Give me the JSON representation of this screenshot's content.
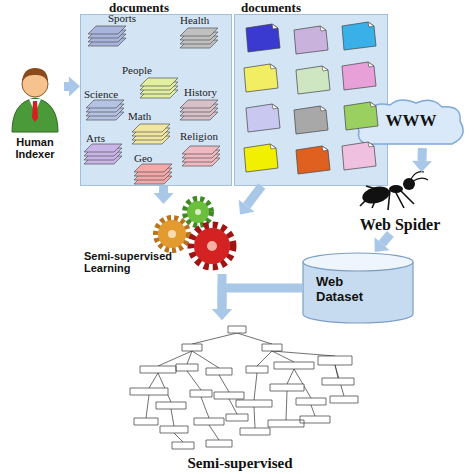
{
  "diagram": {
    "nodes": [
      {
        "text": [
          "Human Indexer"
        ]
      },
      {
        "text": [
          "documents"
        ]
      },
      {
        "text": [
          "documents"
        ]
      },
      {
        "text": [
          "WWW"
        ]
      },
      {
        "text": [
          "Web Spider"
        ]
      },
      {
        "text": [
          "Semi-supervised Learning"
        ]
      },
      {
        "text": [
          "Web Dataset"
        ]
      },
      {
        "text": [
          "Semi-supervised"
        ]
      }
    ],
    "edges": [
      {
        "from": 0,
        "to": 1,
        "arrow": "to"
      },
      {
        "from": 1,
        "to": 5,
        "arrow": "to"
      },
      {
        "from": 2,
        "to": 5,
        "arrow": "to"
      },
      {
        "from": 3,
        "to": 4,
        "arrow": "to"
      },
      {
        "from": 4,
        "to": 6,
        "arrow": "to"
      },
      {
        "from": 5,
        "to": 7,
        "arrow": "to"
      },
      {
        "from": 6,
        "to": 7,
        "arrow": "to"
      }
    ],
    "labels": [
      "Sports",
      "Health",
      "People",
      "Science",
      "History",
      "Math",
      "Arts",
      "Religion",
      "Geo"
    ]
  }
}
